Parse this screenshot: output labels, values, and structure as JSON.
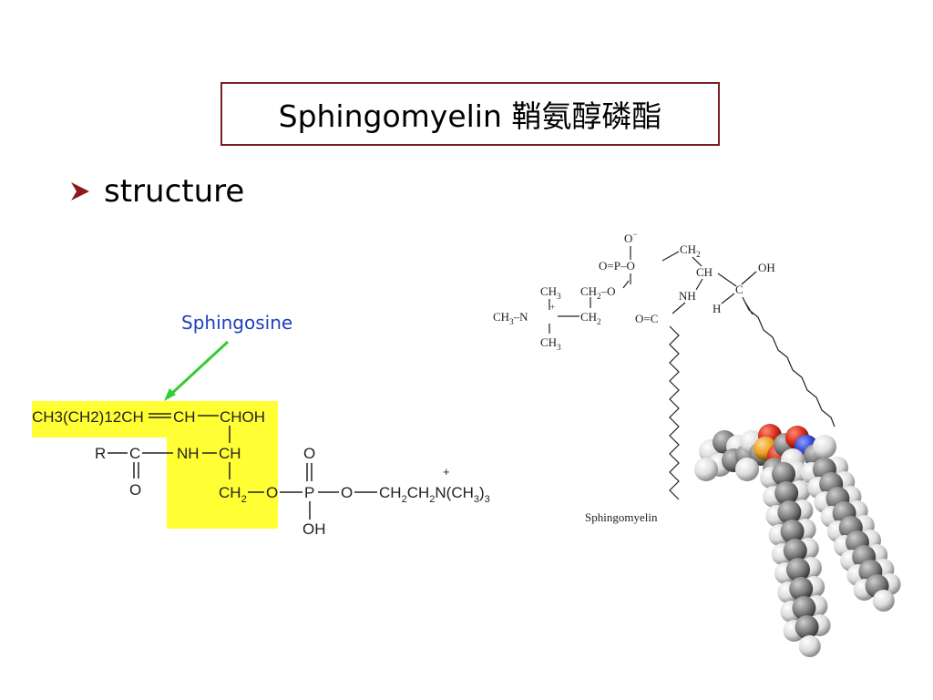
{
  "slide": {
    "title": "Sphingomyelin  鞘氨醇磷酯",
    "bullet": "structure",
    "accent_color": "#7a1e24",
    "bullet_color": "#8b1a1a"
  },
  "left_structure": {
    "annotation": "Sphingosine",
    "annotation_color": "#1f3fbf",
    "arrow_color": "#33cc33",
    "highlight_color": "#ffff33",
    "formula": {
      "chain": "CH3(CH2)12CH",
      "double_bond_ch": "CH",
      "chohl": "CHOH",
      "r": "R",
      "c": "C",
      "o": "O",
      "nh_ch": "NH",
      "ch": "CH",
      "ch2": "CH2",
      "o_link": "O",
      "p": "P",
      "p_top_o": "O",
      "p_bottom_oh": "OH",
      "o_link2": "O",
      "choline": "CH2CH2N(CH3)3",
      "plus": "+"
    }
  },
  "right_structure": {
    "caption": "Sphingomyelin",
    "labels": {
      "o_minus": "O−",
      "o_eq_p": "O=P",
      "o_p": "O",
      "ch2_top": "CH2",
      "ch": "CH",
      "oh": "OH",
      "c": "C",
      "h": "H",
      "nh": "NH",
      "o_eq_c": "O=C",
      "ch3_top": "CH3",
      "ch2_o": "CH2–O",
      "ch3_n": "CH3–N",
      "ch2_n": "CH2",
      "ch3_bottom": "CH3",
      "plus": "+"
    }
  },
  "space_fill_model": {
    "atom_colors": {
      "carbon": "#7d7d7d",
      "hydrogen": "#e6e6e6",
      "oxygen": "#d42a1a",
      "phosphorus": "#e8a020",
      "nitrogen": "#2a3fd0"
    }
  }
}
